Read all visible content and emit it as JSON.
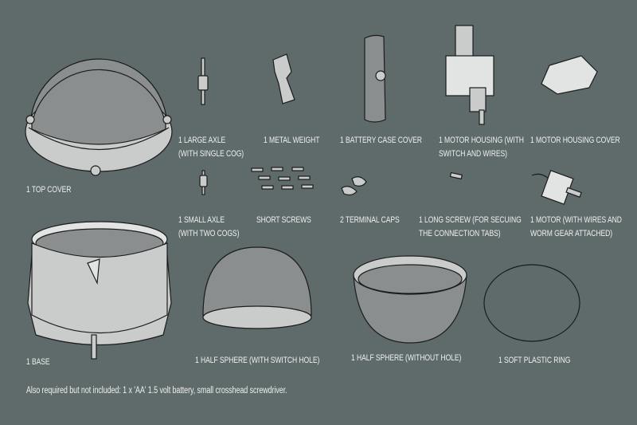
{
  "parts": [
    {
      "id": "top-cover",
      "lines": [
        "1 TOP COVER"
      ]
    },
    {
      "id": "large-axle",
      "lines": [
        "1 LARGE AXLE",
        "(WITH SINGLE COG)"
      ]
    },
    {
      "id": "metal-weight",
      "lines": [
        "1 METAL WEIGHT"
      ]
    },
    {
      "id": "battery-case-cover",
      "lines": [
        "1 BATTERY CASE COVER"
      ]
    },
    {
      "id": "motor-housing",
      "lines": [
        "1 MOTOR HOUSING (WITH",
        "SWITCH AND WIRES)"
      ]
    },
    {
      "id": "motor-housing-cover",
      "lines": [
        "1 MOTOR HOUSING COVER"
      ]
    },
    {
      "id": "small-axle",
      "lines": [
        "1 SMALL AXLE",
        "(WITH TWO COGS)"
      ]
    },
    {
      "id": "short-screws",
      "lines": [
        "SHORT SCREWS"
      ]
    },
    {
      "id": "terminal-caps",
      "lines": [
        "2 TERMINAL CAPS"
      ]
    },
    {
      "id": "long-screw",
      "lines": [
        "1 LONG SCREW (FOR SECUING",
        "THE CONNECTION TABS)"
      ]
    },
    {
      "id": "motor",
      "lines": [
        "1 MOTOR (WITH WIRES AND",
        "WORM GEAR ATTACHED)"
      ]
    },
    {
      "id": "base",
      "lines": [
        "1 BASE"
      ]
    },
    {
      "id": "half-sphere-switch-hole",
      "lines": [
        "1 HALF SPHERE (WITH SWITCH HOLE)"
      ]
    },
    {
      "id": "half-sphere-no-hole",
      "lines": [
        "1 HALF SPHERE (WITHOUT HOLE)"
      ]
    },
    {
      "id": "soft-plastic-ring",
      "lines": [
        "1 SOFT PLASTIC RING"
      ]
    }
  ],
  "footnote": "Also required but not included:  1 x 'AA' 1.5 volt battery, small crosshead screwdriver."
}
